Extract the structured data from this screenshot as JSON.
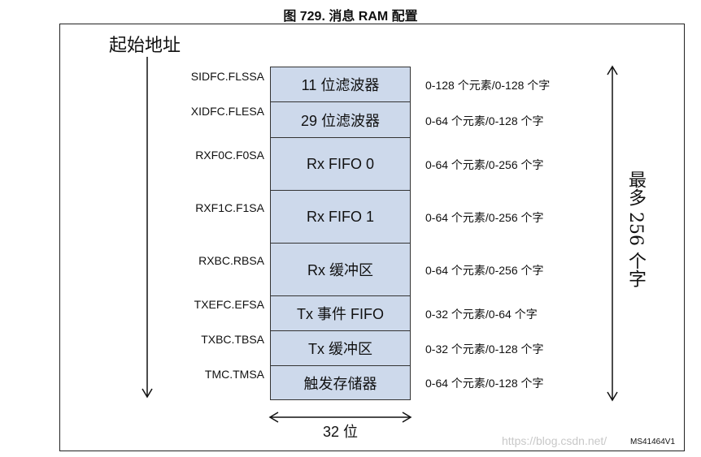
{
  "title": "图 729. 消息 RAM 配置",
  "start_address_label": "起始地址",
  "blocks": [
    {
      "register": "SIDFC.FLSSA",
      "name": "11 位滤波器",
      "size": "0-128 个元素/0-128 个字"
    },
    {
      "register": "XIDFC.FLESA",
      "name": "29 位滤波器",
      "size": "0-64 个元素/0-128 个字"
    },
    {
      "register": "RXF0C.F0SA",
      "name": "Rx FIFO 0",
      "size": "0-64 个元素/0-256 个字"
    },
    {
      "register": "RXF1C.F1SA",
      "name": "Rx FIFO 1",
      "size": "0-64 个元素/0-256 个字"
    },
    {
      "register": "RXBC.RBSA",
      "name": "Rx 缓冲区",
      "size": "0-64 个元素/0-256 个字"
    },
    {
      "register": "TXEFC.EFSA",
      "name": "Tx 事件 FIFO",
      "size": "0-32 个元素/0-64 个字"
    },
    {
      "register": "TXBC.TBSA",
      "name": "Tx 缓冲区",
      "size": "0-32 个元素/0-128 个字"
    },
    {
      "register": "TMC.TMSA",
      "name": "触发存储器",
      "size": "0-64 个元素/0-128 个字"
    }
  ],
  "width_label": "32 位",
  "max_label": "最多 256 个字",
  "figure_id": "MS41464V1",
  "watermark": "https://blog.csdn.net/"
}
